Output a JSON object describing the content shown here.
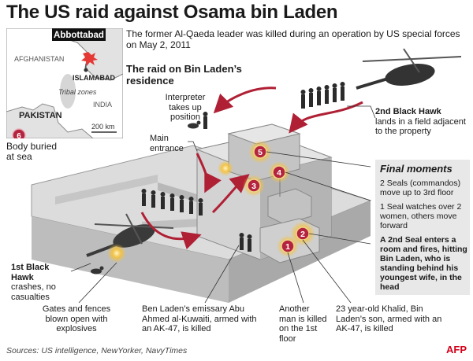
{
  "title": "The US raid against Osama bin Laden",
  "subtitle": "The former Al-Qaeda leader was killed during an operation by US special forces on May 2, 2011",
  "raid_title": "The raid on Bin Laden’s residence",
  "map": {
    "abbottabad": "Abbottabad",
    "afghanistan": "AFGHANISTAN",
    "islamabad": "ISLAMABAD",
    "tribal_zones": "Tribal zones",
    "india": "INDIA",
    "pakistan": "PAKISTAN",
    "scale": "200 km"
  },
  "labels": {
    "body_buried_num": "6",
    "body_buried": "Body buried at sea",
    "interpreter": "Interpreter takes up position",
    "main_entrance": "Main entrance",
    "second_black_hawk_title": "2nd Black Hawk",
    "second_black_hawk_text": "lands in a field adjacent to the property",
    "first_black_hawk_title": "1st Black Hawk",
    "first_black_hawk_text": "crashes, no casualties",
    "gates": "Gates and fences blown open with explosives",
    "emissary": "Ben Laden’s emissary Abu Ahmed al-Kuwaiti, armed with an AK-47, is killed",
    "another_man": "Another man is killed on the 1st floor",
    "khalid": "23 year-old Khalid, Bin Laden’s son, armed with an AK-47, is killed"
  },
  "final_moments": {
    "title": "Final moments",
    "items": [
      "2 Seals (commandos) move up to 3rd floor",
      "1 Seal watches over 2 women, others move forward",
      "A 2nd Seal enters a room and fires, hitting Bin Laden, who is standing behind his youngest wife, in the head"
    ]
  },
  "markers": [
    "1",
    "2",
    "3",
    "4",
    "5"
  ],
  "source": "Sources: US intelligence, NewYorker, NavyTimes",
  "credit": "AFP",
  "colors": {
    "marker": "#b5243f",
    "glow": "#f6c23a",
    "arrow": "#b02035",
    "building": "#c9c9c9",
    "ground": "#ececec"
  }
}
